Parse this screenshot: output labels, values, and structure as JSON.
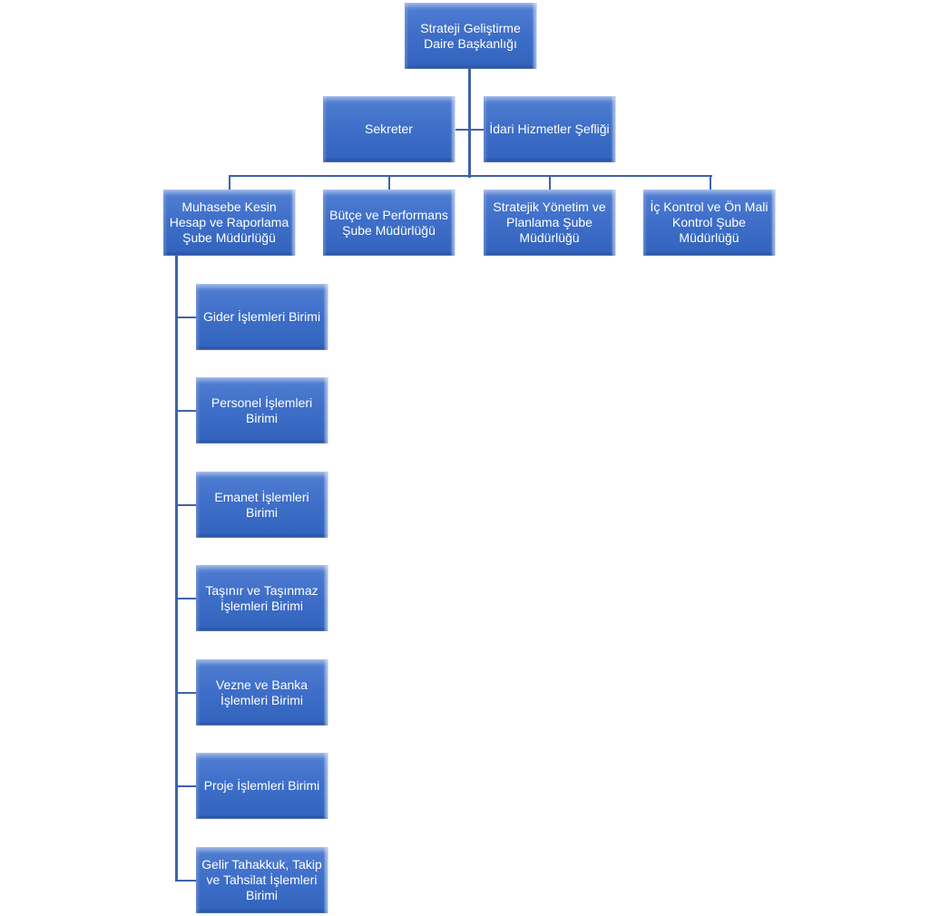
{
  "chart": {
    "root": "Strateji Geliştirme Daire Başkanlığı",
    "assistants": [
      "Sekreter",
      "İdari Hizmetler Şefliği"
    ],
    "departments": [
      "Muhasebe Kesin Hesap ve Raporlama Şube Müdürlüğü",
      "Bütçe ve Performans Şube Müdürlüğü",
      "Stratejik Yönetim ve Planlama Şube Müdürlüğü",
      "İç Kontrol ve Ön Mali Kontrol Şube Müdürlüğü"
    ],
    "units": [
      "Gider İşlemleri Birimi",
      "Personel İşlemleri Birimi",
      "Emanet İşlemleri Birimi",
      "Taşınır ve Taşınmaz İşlemleri Birimi",
      "Vezne ve Banka İşlemleri Birimi",
      "Proje İşlemleri Birimi",
      "Gelir Tahakkuk, Takip ve Tahsilat İşlemleri Birimi"
    ]
  }
}
